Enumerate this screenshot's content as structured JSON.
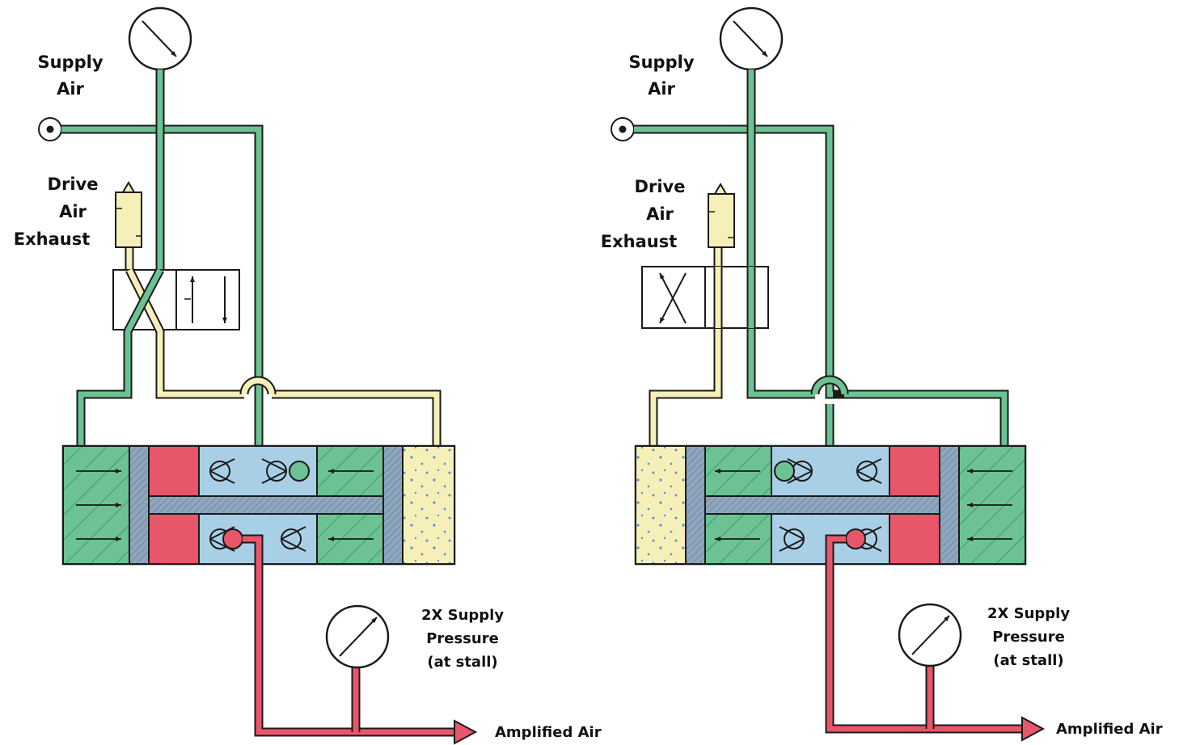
{
  "colors": {
    "supply_green": "#6cc293",
    "supply_green_dark": "#2e8f5d",
    "exhaust_yellow": "#f6f0b8",
    "amplified_red": "#e8566a",
    "chamber_blue": "#a9cfe6",
    "piston_gray": "#8fa6bf",
    "outline": "#1a1a1a"
  },
  "left_panel": {
    "supply_label": [
      "Supply",
      "Air"
    ],
    "exhaust_label": [
      "Drive",
      "Air",
      "Exhaust"
    ],
    "pressure_label": [
      "2X Supply",
      "Pressure",
      "(at stall)"
    ],
    "output_label": "Amplified Air"
  },
  "right_panel": {
    "supply_label": [
      "Supply",
      "Air"
    ],
    "exhaust_label": [
      "Drive",
      "Air",
      "Exhaust"
    ],
    "pressure_label": [
      "2X Supply",
      "Pressure",
      "(at stall)"
    ],
    "output_label": "Amplified Air"
  }
}
